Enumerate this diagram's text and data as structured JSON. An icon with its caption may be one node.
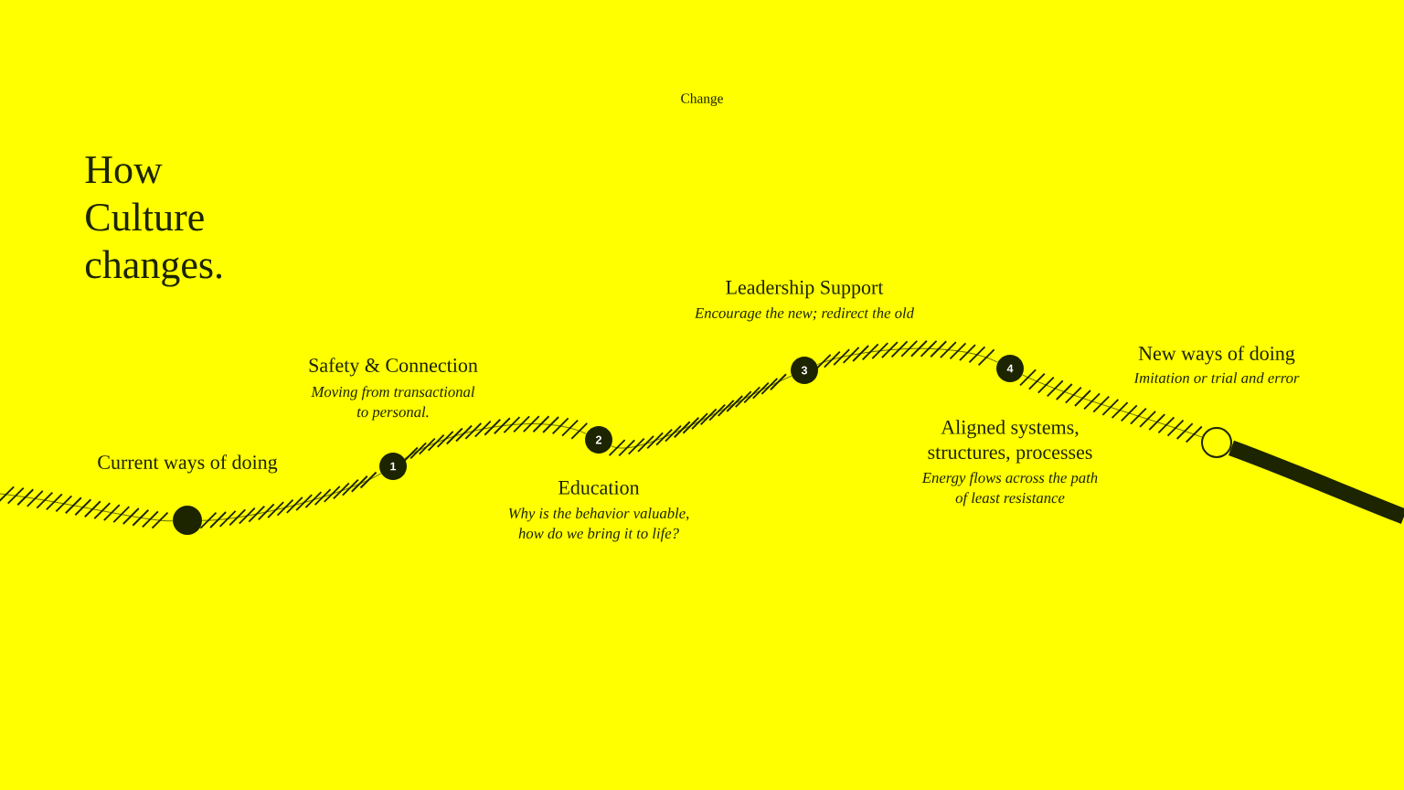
{
  "diagram": {
    "title": "How Culture changes.",
    "nodes": [
      {
        "text": [],
        "shape": "circle",
        "beside": [
          "Current ways of doing"
        ]
      },
      {
        "text": [
          "1"
        ],
        "beside": [
          "Safety & Connection",
          "Moving from transactional to personal."
        ]
      },
      {
        "text": [
          "2"
        ],
        "beside": [
          "Education",
          "Why is the behavior valuable, how do we bring it to life?"
        ]
      },
      {
        "text": [
          "3"
        ],
        "beside": [
          "Leadership Support",
          "Encourage the new; redirect the old"
        ]
      },
      {
        "text": [
          "4"
        ],
        "beside": [
          "Aligned systems, structures, processes",
          "Energy flows across the path of least resistance"
        ]
      },
      {
        "text": [],
        "shape": "circle",
        "beside": [
          "New ways of doing",
          "Imitation or trial and error"
        ]
      }
    ],
    "edges": [
      {
        "from": null,
        "to": 0,
        "arrow": "none"
      },
      {
        "from": 0,
        "to": 1,
        "arrow": "none"
      },
      {
        "from": 1,
        "to": 2,
        "arrow": "none"
      },
      {
        "from": 2,
        "to": 3,
        "arrow": "none"
      },
      {
        "from": 3,
        "to": 4,
        "arrow": "none"
      },
      {
        "from": 4,
        "to": 5,
        "arrow": "none"
      },
      {
        "from": 5,
        "to": null,
        "arrow": "none",
        "style": "thick"
      }
    ],
    "labels": [
      "Change"
    ]
  }
}
